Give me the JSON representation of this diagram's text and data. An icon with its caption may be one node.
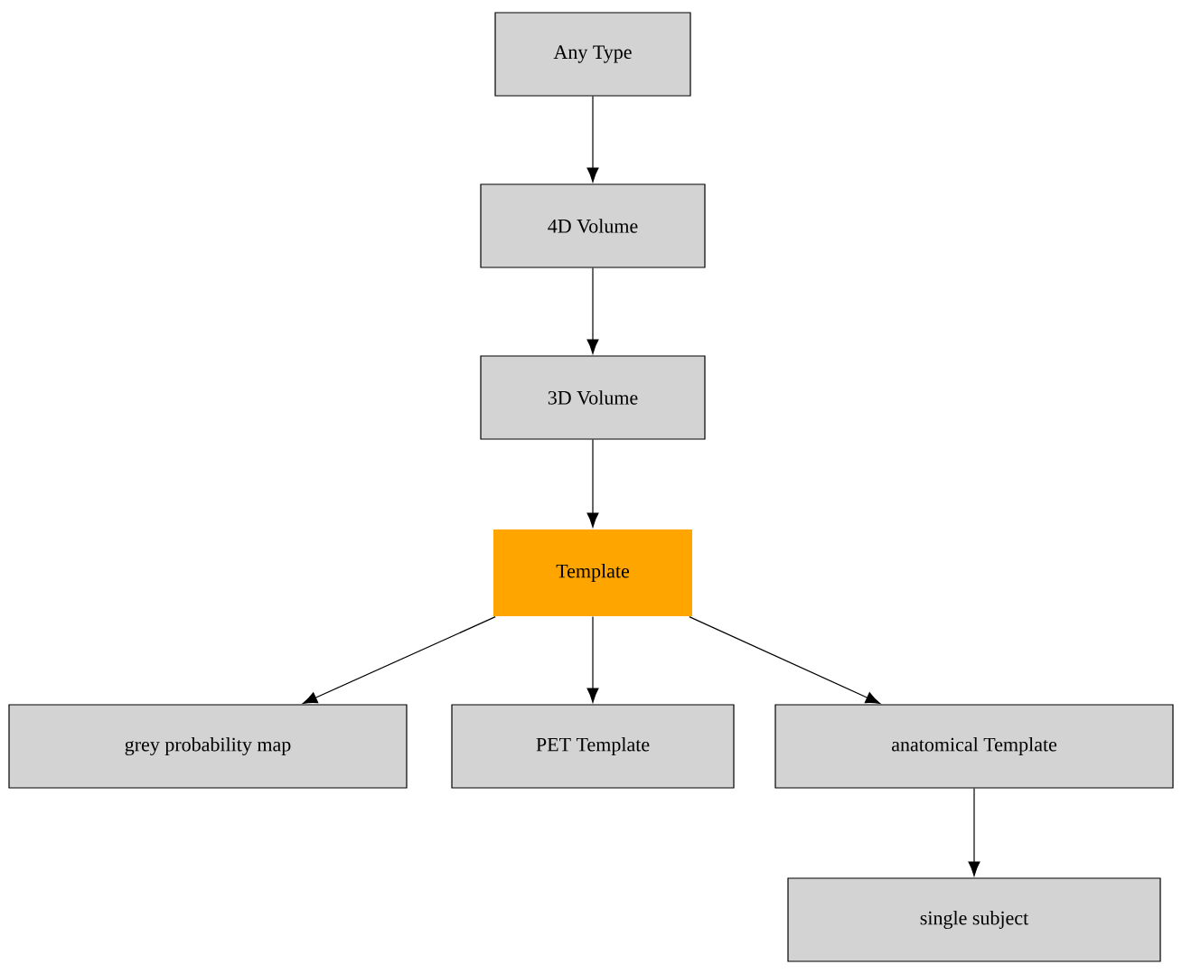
{
  "diagram": {
    "nodes": [
      {
        "text": [
          "Any Type"
        ]
      },
      {
        "text": [
          "4D Volume"
        ]
      },
      {
        "text": [
          "3D Volume"
        ]
      },
      {
        "text": [
          "Template"
        ]
      },
      {
        "text": [
          "grey probability map"
        ]
      },
      {
        "text": [
          "PET Template"
        ]
      },
      {
        "text": [
          "anatomical Template"
        ]
      },
      {
        "text": [
          "single subject"
        ]
      }
    ],
    "edges": [
      {
        "from": 0,
        "to": 1,
        "arrow": "to"
      },
      {
        "from": 1,
        "to": 2,
        "arrow": "to"
      },
      {
        "from": 2,
        "to": 3,
        "arrow": "to"
      },
      {
        "from": 3,
        "to": 4,
        "arrow": "to"
      },
      {
        "from": 3,
        "to": 5,
        "arrow": "to"
      },
      {
        "from": 3,
        "to": 6,
        "arrow": "to"
      },
      {
        "from": 6,
        "to": 7,
        "arrow": "to"
      }
    ]
  }
}
